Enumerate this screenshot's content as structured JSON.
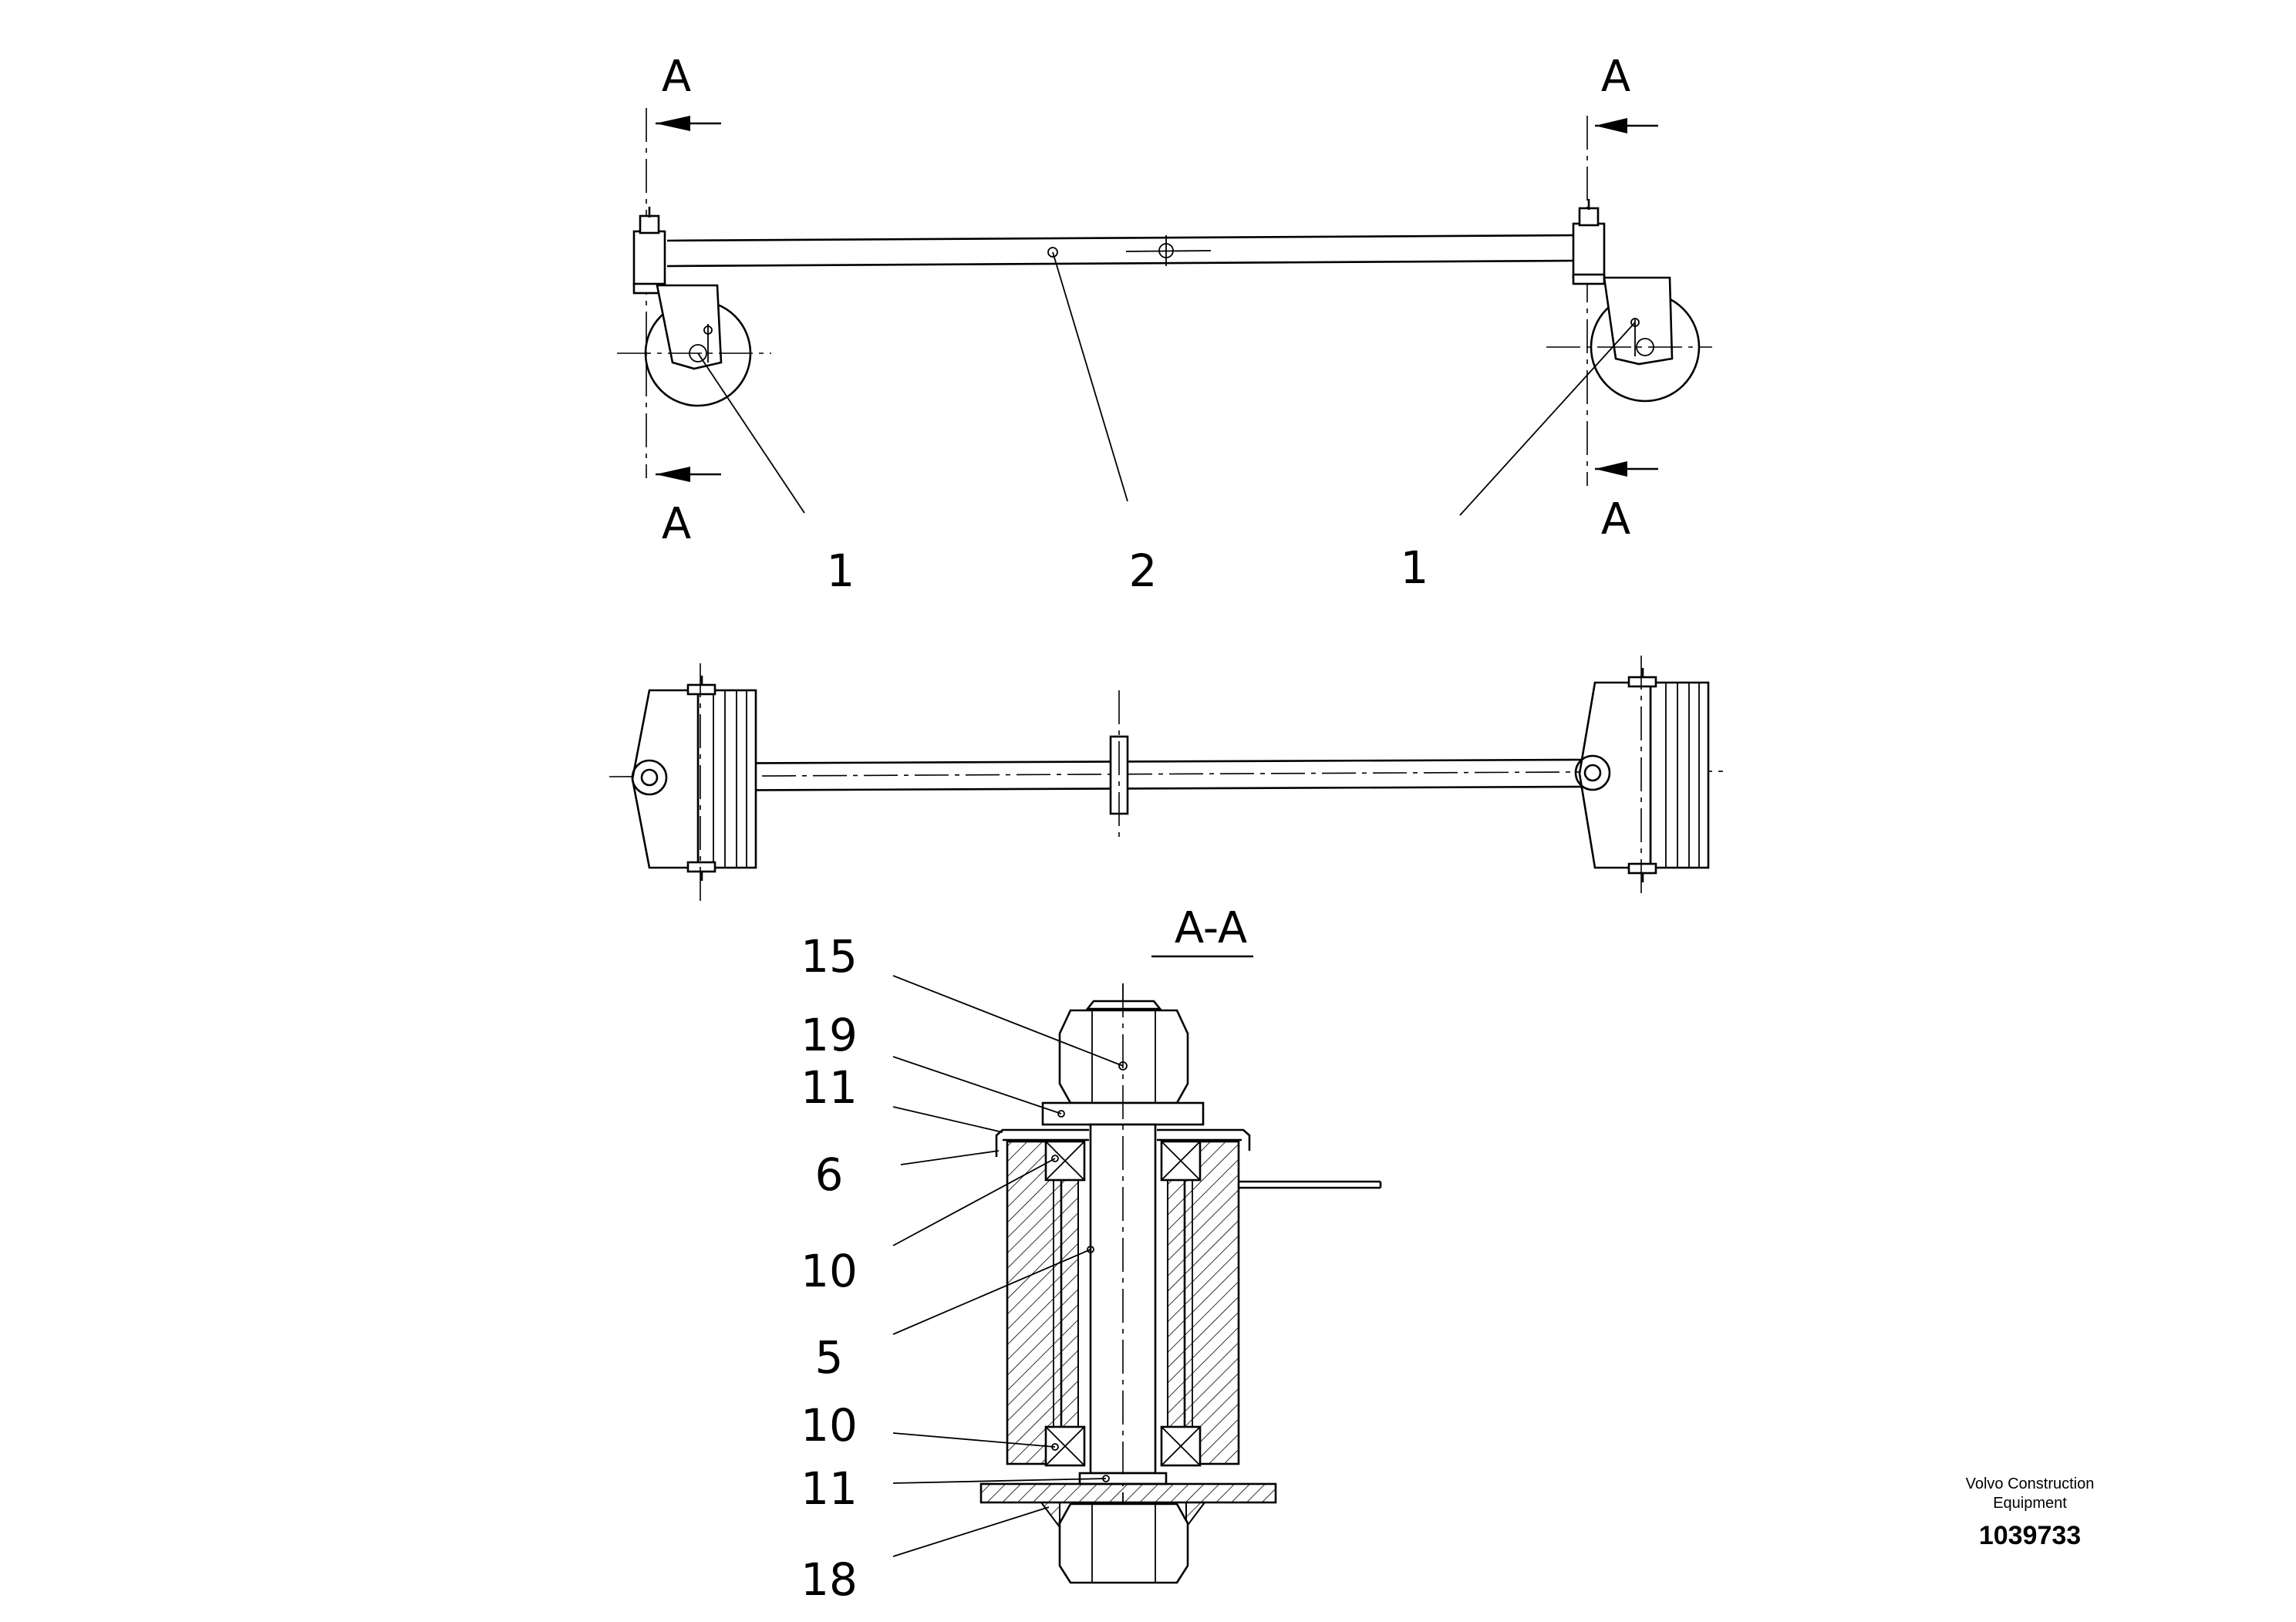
{
  "section_marks": {
    "mark": "A"
  },
  "section_title": "A-A",
  "top_view_callouts": {
    "left_roller": "1",
    "rod": "2",
    "right_roller": "1"
  },
  "section_callouts": [
    "15",
    "19",
    "11",
    "6",
    "10",
    "5",
    "10",
    "11",
    "18"
  ],
  "brand": {
    "line1": "Volvo Construction",
    "line2": "Equipment"
  },
  "document_number": "1039733"
}
